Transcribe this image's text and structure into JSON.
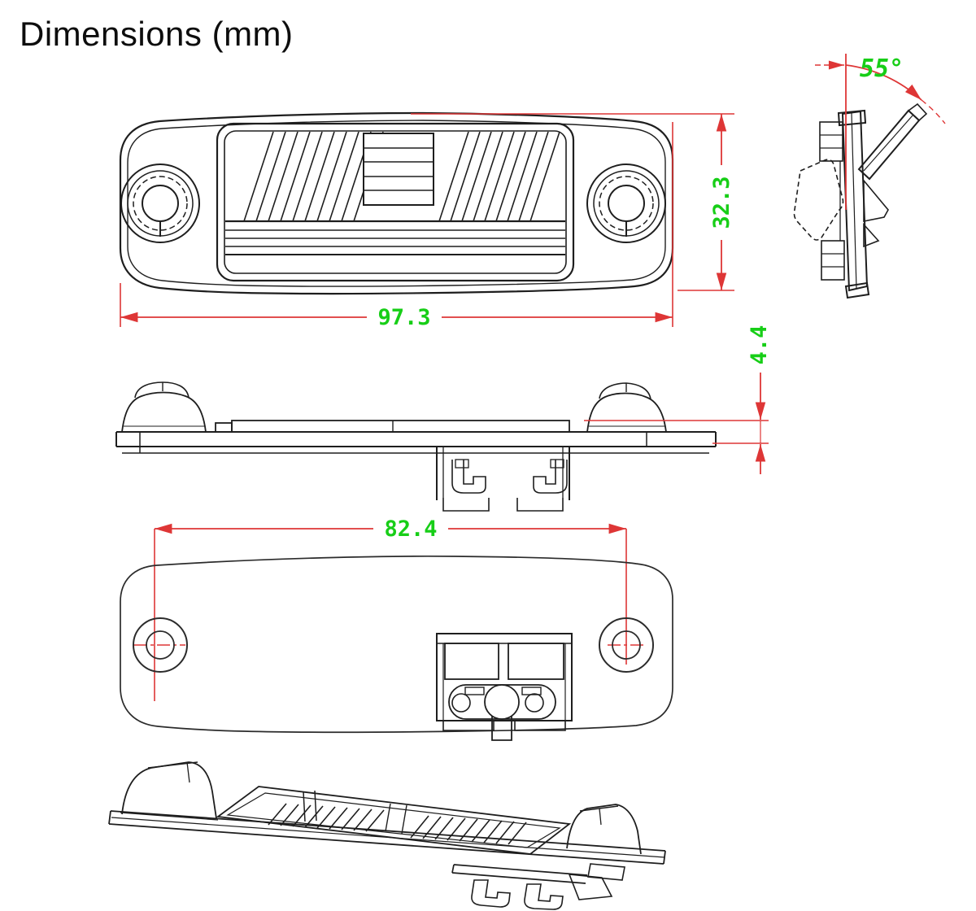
{
  "title": "Dimensions (mm)",
  "colors": {
    "background": "#ffffff",
    "drawing_line": "#1e1e1e",
    "dimension_line": "#de3636",
    "dimension_text": "#17ce17",
    "title_text": "#0d0d0d"
  },
  "dimensions": {
    "front_width_mm": "97.3",
    "front_height_mm": "32.3",
    "bracket_angle": "55°",
    "plate_thickness_mm": "4.4",
    "hole_spacing_mm": "82.4"
  }
}
